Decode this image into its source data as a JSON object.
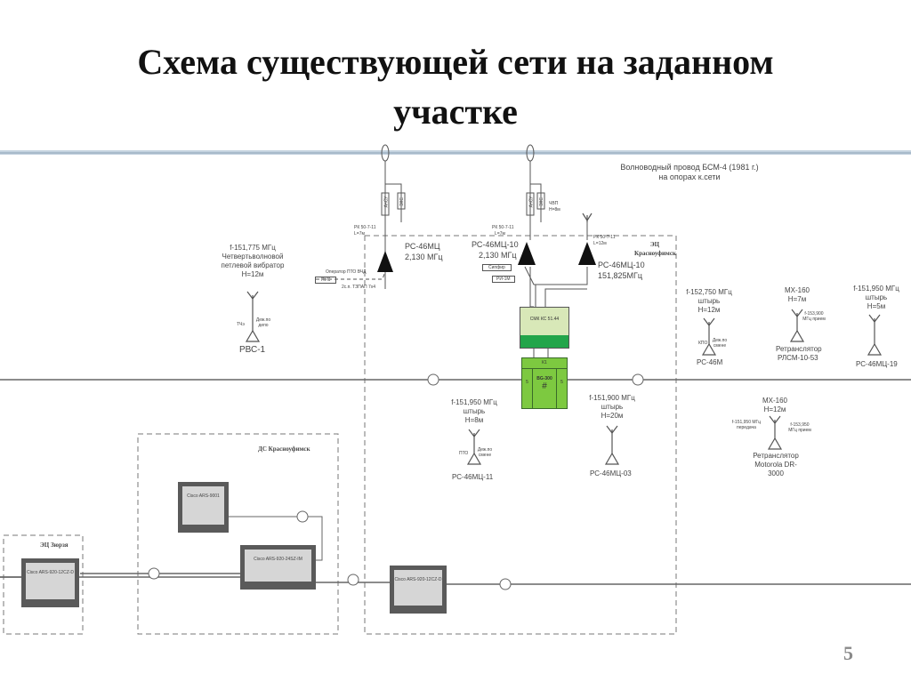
{
  "slide": {
    "title_line1": "Схема существующей сети на заданном",
    "title_line2": "участке",
    "page_number": "5"
  },
  "diagram": {
    "waveguide": {
      "line1": "Волноводный провод БСМ-4 (1981 г.)",
      "line2": "на опорах к.сети"
    },
    "zones": {
      "ec_krasnoufimsk": "ЭЦ Красноуфимск",
      "ds_krasnoufimsk": "ДС Красноуфимск",
      "ec_zyurzya": "ЭЦ Зюрзя"
    },
    "station1": {
      "cable": "РК 50-7-11",
      "cable_len": "L=7м",
      "name": "РС-46МЦ",
      "freq": "2,130 МГц",
      "operator": "Оператор ПТО ВЧД",
      "console": "ПУС",
      "cable2": "2с.п. ТЗПАП 7х4",
      "filter1": "АнСУ",
      "filter2": "ЭКС"
    },
    "station2": {
      "cable": "РК 50-7-11",
      "cable_len": "L=7м",
      "name": "РС-46МЦ-10",
      "freq": "2,130 МГц",
      "dev1": "Сипфир",
      "dev2": "РИ-1М",
      "chvp": "ЧВП",
      "chvp_h": "Н=8м",
      "filter1": "АнСУ",
      "filter2": "ЭКС"
    },
    "station3": {
      "cable": "РК 50-7-11",
      "cable_len": "L=12м",
      "name": "РС-46МЦ-10",
      "freq": "151,825МГц"
    },
    "smk": "СМК КС 51.44",
    "switch": {
      "top": "К1",
      "center": "ВG-300",
      "left": "5",
      "right": "5"
    },
    "rvs1": {
      "freq": "f-151,775  МГц",
      "desc1": "Четвертьволновой",
      "desc2": "петлевой вибратор",
      "h": "Н=12м",
      "left": "ТЧэ",
      "right": "Деж.по депо",
      "name": "РВС-1"
    },
    "rs46m": {
      "freq": "f-152,750 МГц",
      "type": "штырь",
      "h": "Н=12м",
      "left": "КПО",
      "right": "Деж.по смене",
      "name": "РС-46М"
    },
    "rlsm": {
      "ant": "МХ-160",
      "h": "Н=7м",
      "rx": "f-153,900 МГц прием",
      "name1": "Ретранслятор",
      "name2": "РЛСМ-10-53"
    },
    "rs19": {
      "freq": "f-151,950 МГц",
      "type": "штырь",
      "h": "Н=5м",
      "name": "РС-46МЦ-19"
    },
    "rs11": {
      "freq": "f-151,950 МГц",
      "type": "штырь",
      "h": "Н=8м",
      "left": "ПТО",
      "right": "Деж.по смене",
      "name": "РС-46МЦ-11"
    },
    "rs03": {
      "freq": "f-151,900 МГц",
      "type": "штырь",
      "h": "Н=20м",
      "name": "РС-46МЦ-03"
    },
    "motorola": {
      "ant": "МХ-160",
      "h": "Н=12м",
      "tx": "f-151,950 МГц передача",
      "rx": "f-153,950 МГц прием",
      "name1": "Ретранслятор",
      "name2": "Motorola DR-",
      "name3": "3000"
    },
    "routers": {
      "zyurzya": "Cisco ARS-920-12CZ-D",
      "ds_main": "Cisco ARS-920-24SZ-IM",
      "ds_aux": "Cisco ARS-9001",
      "ec": "Cisco ARS-920-12CZ-D"
    }
  }
}
